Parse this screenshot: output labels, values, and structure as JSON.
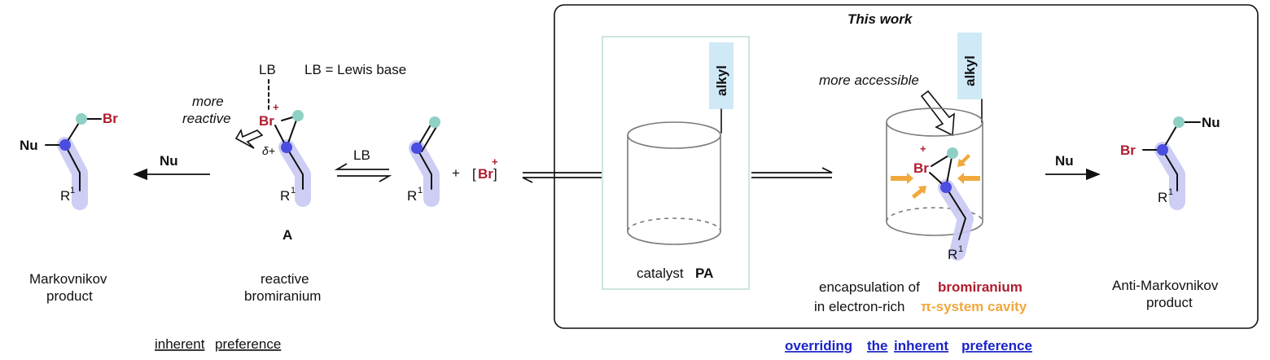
{
  "this_work": {
    "heading": "This work"
  },
  "lewis_base": {
    "abbr": "LB",
    "definition": "LB = Lewis base"
  },
  "labels": {
    "more_reactive": [
      "more",
      "reactive"
    ],
    "delta": "δ+",
    "intermediate_letter": "A",
    "reactive_bromiranium": [
      "reactive",
      "bromiranium"
    ],
    "markovnikov_product": [
      "Markovnikov",
      "product"
    ],
    "anti_markovnikov_product": [
      "Anti-Markovnikov",
      "product"
    ],
    "inherent_preference": [
      "inherent",
      "preference"
    ],
    "overriding": [
      "overriding",
      "the",
      "inherent",
      "preference"
    ],
    "catalyst": {
      "prefix": "catalyst ",
      "name": "PA"
    },
    "alkyl": "alkyl",
    "more_accessible": "more accessible",
    "encapsulation": {
      "line1_prefix": "encapsulation of ",
      "line1_highlight": "bromiranium",
      "line2_prefix": "in electron-rich ",
      "line2_highlight": "π-system cavity"
    }
  },
  "atoms": {
    "Br": "Br",
    "Nu": "Nu",
    "plus": "+",
    "R": "R",
    "R_sup": "1",
    "br_bracket_open": "[",
    "br_bracket_close": "]"
  },
  "arrows": {
    "nu_label": "Nu",
    "lb_label": "LB",
    "plus_sign": "+"
  },
  "colors": {
    "bromine": "#b01c2e",
    "orange": "#f0a83c",
    "link_blue": "#1a24c8",
    "highlight": "#c9c9f3",
    "alkyl_box": "#cfe9f7",
    "catalyst_box": "#cfe6dc"
  }
}
